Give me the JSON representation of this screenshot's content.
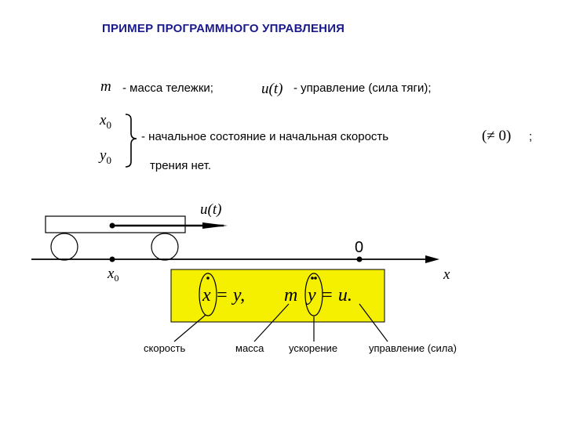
{
  "title": "ПРИМЕР ПРОГРАММНОГО УПРАВЛЕНИЯ",
  "line1": {
    "m_symbol": "m",
    "m_desc": "- масса тележки;",
    "u_symbol": "u(t)",
    "u_desc": "-  управление (сила тяги);"
  },
  "line2": {
    "x0_symbol": "x",
    "x0_sub": "0",
    "y0_symbol": "y",
    "y0_sub": "0",
    "state_desc": "- начальное состояние  и начальная скорость",
    "ne_zero": "(≠ 0)",
    "semicolon": ";",
    "friction": "трения нет."
  },
  "scene": {
    "force_label": "u(t)",
    "origin_label": "0",
    "axis_label": "x",
    "start_label": "x",
    "start_sub": "0"
  },
  "equation": {
    "eq1": "x = y,",
    "eq2_m": "m",
    "eq2_rest": "y = u.",
    "box_color": "#f5f000"
  },
  "annotations": {
    "velocity": "скорость",
    "mass": "масса",
    "acceleration": "ускорение",
    "control": "управление (сила)"
  }
}
